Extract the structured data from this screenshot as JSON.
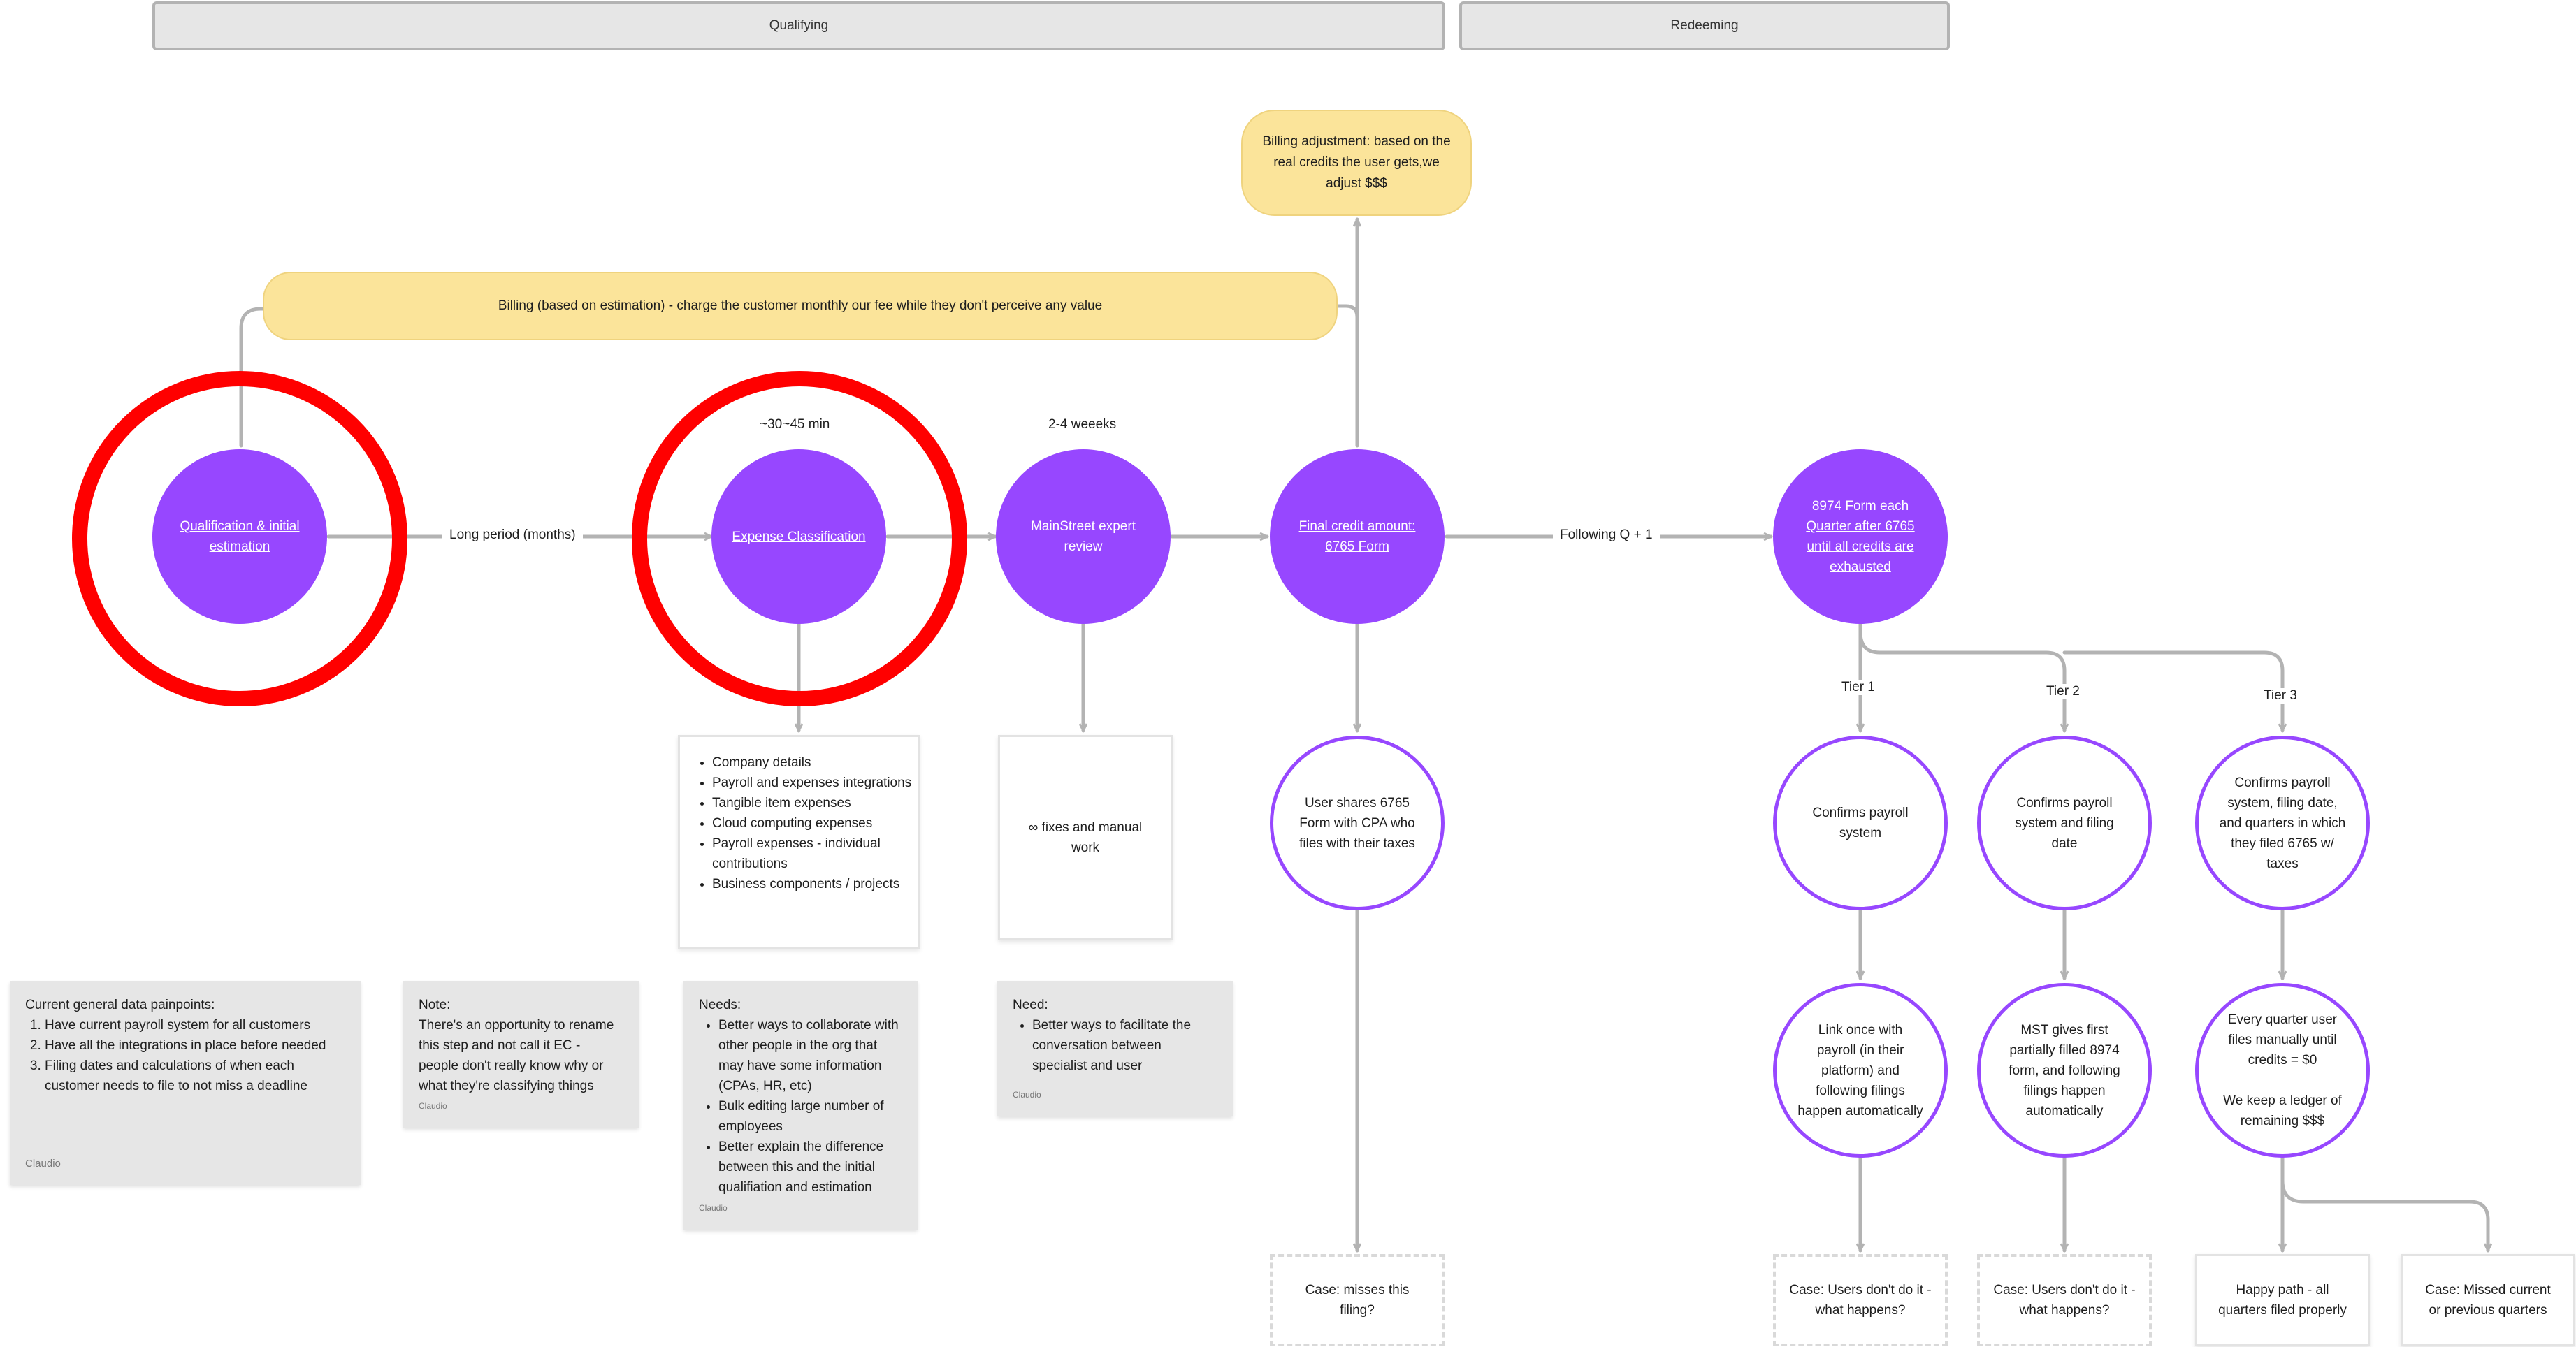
{
  "phases": {
    "qualifying": "Qualifying",
    "redeeming": "Redeeming"
  },
  "billing": {
    "estimation": "Billing (based on estimation) - charge the customer monthly our fee while they don't perceive any value",
    "adjustment": "Billing adjustment: based on the real credits the user gets,we adjust $$$"
  },
  "nodes": {
    "qualification": "Qualification & initial estimation",
    "expense": "Expense Classification",
    "review": "MainStreet expert review",
    "final_credit": "Final credit amount: 6765 Form",
    "form8974": "8974 Form each Quarter after 6765 until all credits are exhausted"
  },
  "connector_labels": {
    "long_period": "Long period (months)",
    "following_q": "Following Q + 1",
    "duration_expense": "~30~45 min",
    "duration_review": "2-4 weeeks",
    "tier1": "Tier 1",
    "tier2": "Tier 2",
    "tier3": "Tier 3"
  },
  "expense_details": [
    "Company details",
    "Payroll and expenses integrations",
    "Tangible item expenses",
    "Cloud computing expenses",
    "Payroll expenses - individual contributions",
    "Business components / projects"
  ],
  "review_detail": "∞ fixes and manual work",
  "outline_nodes": {
    "user_shares": "User shares 6765 Form with CPA who files with their taxes",
    "tier1_confirm": "Confirms payroll system",
    "tier2_confirm": "Confirms payroll system and filing date",
    "tier3_confirm": "Confirms payroll system, filing date, and quarters in which they filed 6765 w/ taxes",
    "tier1_link": "Link once with payroll (in their platform) and following filings happen automatically",
    "tier2_mst": "MST gives first partially filled 8974 form, and following filings happen automatically",
    "tier3_manual_a": "Every quarter user files manually until credits = $0",
    "tier3_manual_b": "We keep a ledger of remaining $$$"
  },
  "cases": {
    "misses": "Case: misses this filing?",
    "tier1_case": "Case: Users don't do it - what happens?",
    "tier2_case": "Case: Users don't do it - what happens?",
    "happy": "Happy path - all quarters filed properly",
    "missed": "Case: Missed current or previous quarters"
  },
  "notes": {
    "painpoints": {
      "title": "Current general data painpoints:",
      "items": [
        "Have current payroll system for all customers",
        "Have all the integrations in place before needed",
        "Filing dates and calculations of when each customer needs to file to not miss a deadline"
      ],
      "author": "Claudio"
    },
    "rename": {
      "title": "Note:",
      "body": "There's an opportunity to rename this step and not call it EC - people don't really know why or what they're classifying things",
      "author": "Claudio"
    },
    "needs_expense": {
      "title": "Needs:",
      "items": [
        "Better ways to collaborate with other people in the org that may have some information (CPAs, HR, etc)",
        "Bulk editing large number of employees",
        "Better explain the difference between this and the initial qualifiation and estimation"
      ],
      "author": "Claudio"
    },
    "needs_review": {
      "title": "Need:",
      "items": [
        "Better ways to facilitate the conversation between specialist and user"
      ],
      "author": "Claudio"
    }
  },
  "colors": {
    "node_purple": "#9747ff",
    "highlight_ring": "#ff0000",
    "billing_yellow": "#fbe49a",
    "note_grey": "#e6e6e6",
    "connector": "#b3b3b3"
  }
}
